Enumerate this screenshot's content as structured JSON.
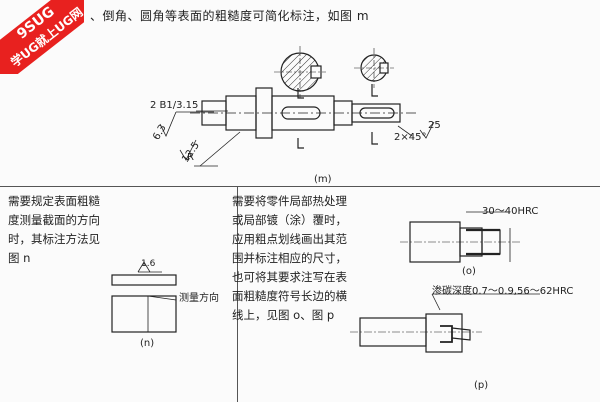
{
  "watermark": {
    "line1": "9SUG",
    "line2": "学UG就上UG网",
    "color": "#e8211f"
  },
  "header_text": "、倒角、圆角等表面的粗糙度可简化标注，如图 m",
  "figure_m": {
    "caption": "(m)",
    "callout": "2 B1/3.15",
    "roughness_a": "6.3",
    "roughness_b": "12.5",
    "radius_label": "R",
    "chamfer_label": "2×45°",
    "roughness_c": "25"
  },
  "left_paragraph": "需要规定表面粗糙度测量截面的方向时，其标注方法见图 n",
  "figure_n": {
    "caption": "(n)",
    "roughness": "1.6",
    "direction_label": "测量方向"
  },
  "middle_paragraph": "需要将零件局部热处理或局部镀（涂）覆时，应用粗点划线画出其范围并标注相应的尺寸，也可将其要求注写在表面粗糙度符号长边的横线上，见图 o、图 p",
  "figure_o": {
    "caption": "(o)",
    "hardness": "30～40HRC"
  },
  "figure_p": {
    "caption": "(p)",
    "note": "渗碳深度0.7～0.9,56～62HRC"
  }
}
